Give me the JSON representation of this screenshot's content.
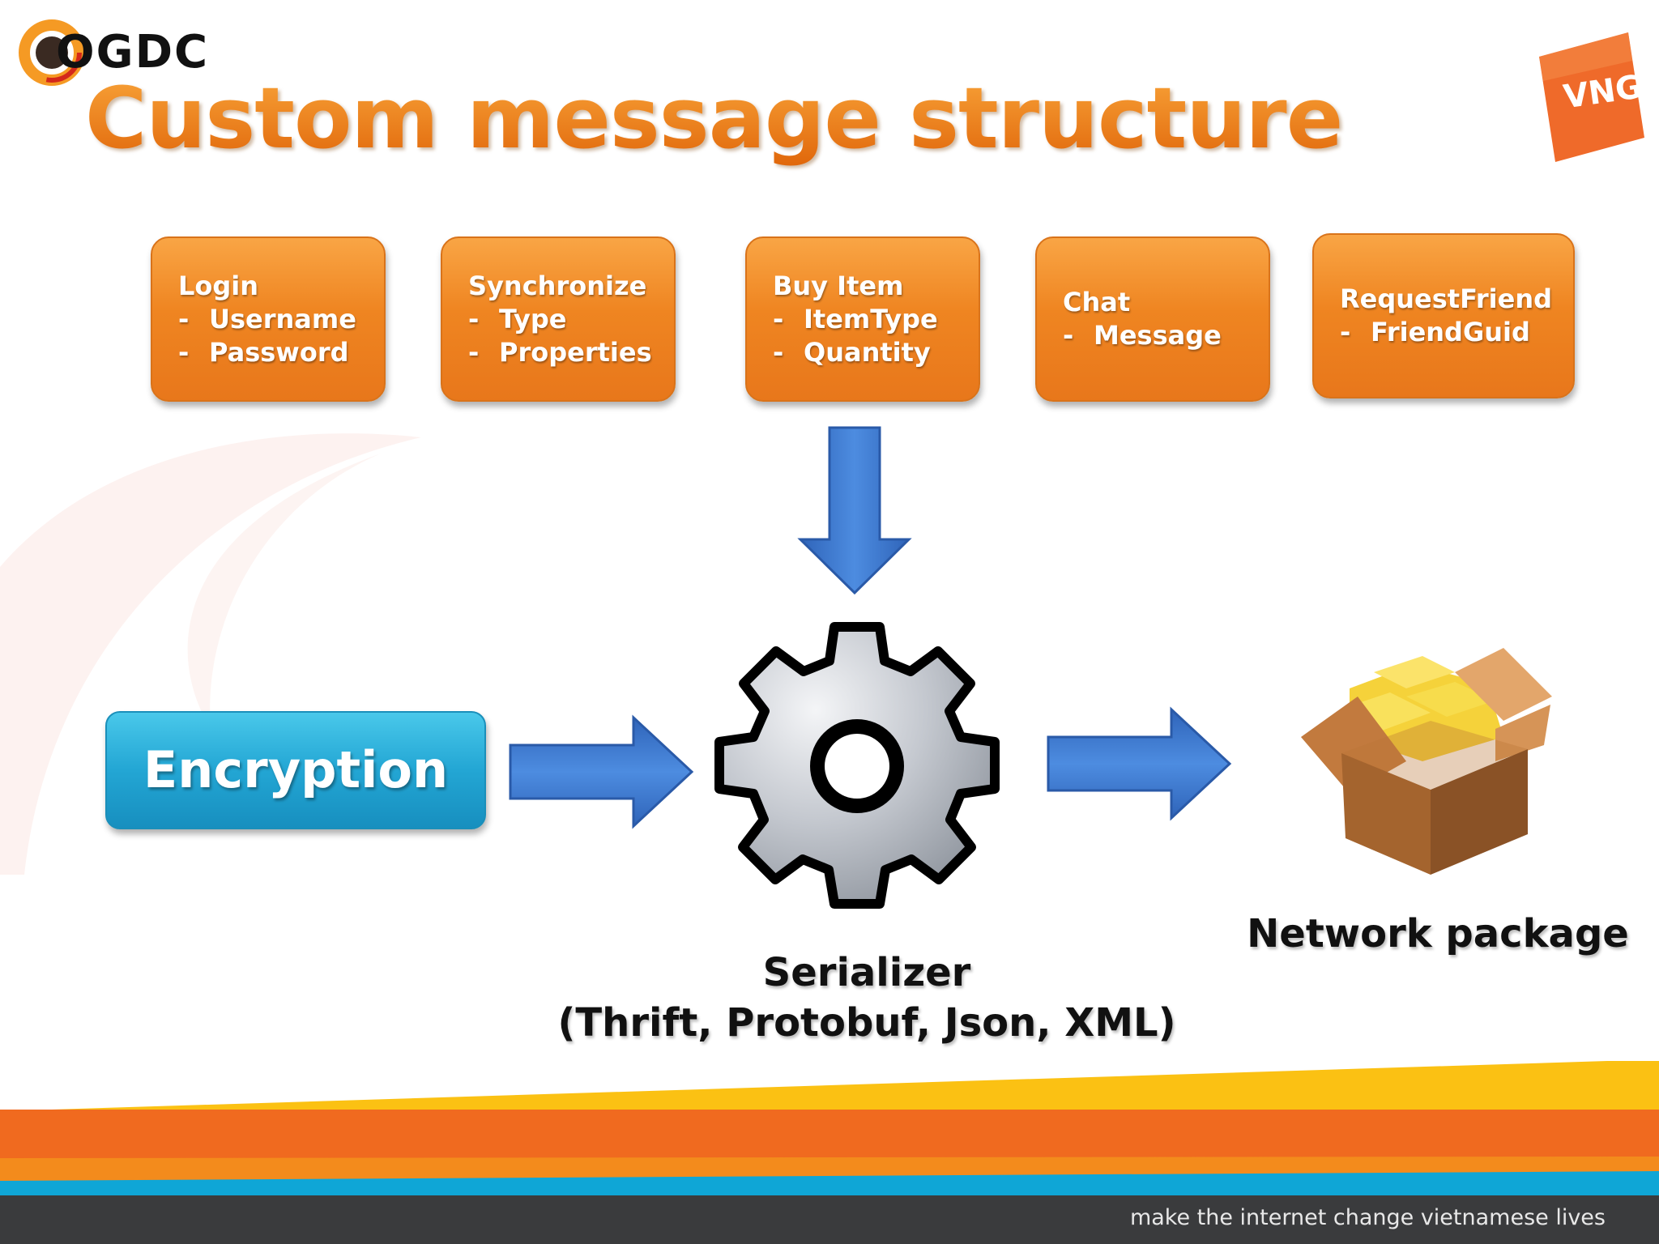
{
  "logo": {
    "text": "OGDC"
  },
  "brand": {
    "text": "VNG"
  },
  "title": "Custom message structure",
  "messages": [
    {
      "name": "Login",
      "fields": [
        "Username",
        "Password"
      ]
    },
    {
      "name": "Synchronize",
      "fields": [
        "Type",
        "Properties"
      ]
    },
    {
      "name": "Buy Item",
      "fields": [
        "ItemType",
        "Quantity"
      ]
    },
    {
      "name": "Chat",
      "fields": [
        "Message"
      ]
    },
    {
      "name": "RequestFriend",
      "fields": [
        "FriendGuid"
      ]
    }
  ],
  "encryption": {
    "label": "Encryption"
  },
  "serializer": {
    "label": "Serializer",
    "formats": "(Thrift, Protobuf, Json, XML)"
  },
  "network": {
    "label": "Network package"
  },
  "footer": {
    "tagline": "make the internet change vietnamese lives"
  },
  "colors": {
    "title_orange": "#f07d14",
    "message_box": "#ef8521",
    "encryption_box": "#23a6d4",
    "arrow_blue": "#3a78d0",
    "footer_dark": "#3a3b3d"
  },
  "icons": {
    "serializer": "gear-icon",
    "network": "open-box-icon"
  }
}
